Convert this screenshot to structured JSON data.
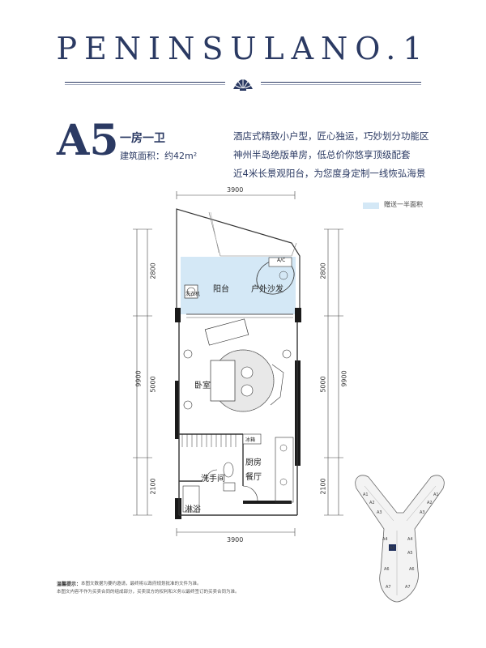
{
  "brand": "PENINSULANO.1",
  "unit": {
    "code": "A5",
    "type": "一房一卫",
    "area": "建筑面积：约42m²"
  },
  "features": [
    "酒店式精致小户型，匠心独运，巧妙划分功能区",
    "神州半岛绝版单房，低总价你悠享顶级配套",
    "近4米长景观阳台，为您度身定制一线恢弘海景"
  ],
  "legend": {
    "label": "赠送一半面积",
    "color": "#d4e8f6"
  },
  "dimensions": {
    "top_width": "3900",
    "bottom_width": "3900",
    "left": [
      "2800",
      "5000",
      "2100"
    ],
    "left_total": "9900",
    "right": [
      "2800",
      "5000",
      "2100"
    ],
    "right_total": "9900"
  },
  "rooms": {
    "balcony": "阳台",
    "outdoor_sofa": "户外沙发",
    "bedroom": "卧室",
    "kitchen": "厨房",
    "dining": "餐厅",
    "washroom": "洗手间",
    "shower": "淋浴",
    "ac": "A/C",
    "laundry": "洗衣机",
    "fridge": "冰箱"
  },
  "keyplan": {
    "labels": [
      "A1",
      "A2",
      "A3",
      "A4",
      "A5",
      "A6",
      "A7",
      "A1",
      "A2",
      "A3",
      "A4",
      "A5",
      "A6",
      "A7"
    ]
  },
  "notes": {
    "title": "温馨提示：",
    "lines": [
      "本图文数据为要约邀请，最终将以政府规划批准的文件为准。",
      "本图文内容不作为买卖合同的组成部分，买卖双方的权利和义务以最终签订的买卖合同为准。"
    ]
  }
}
